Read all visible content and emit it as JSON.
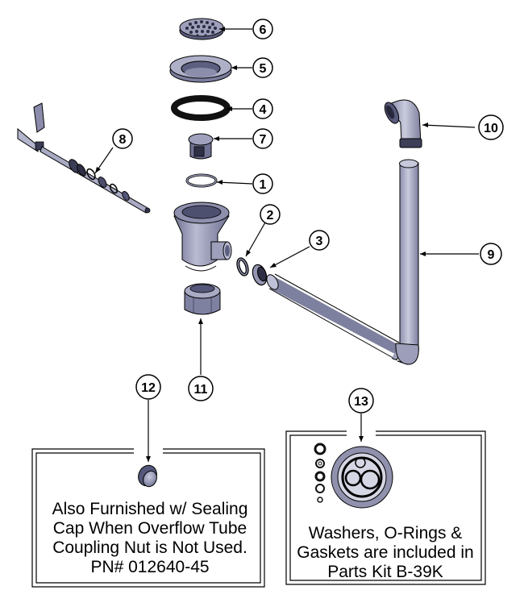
{
  "callouts": {
    "part_1": "1",
    "part_2": "2",
    "part_3": "3",
    "part_4": "4",
    "part_5": "5",
    "part_6": "6",
    "part_7": "7",
    "part_8": "8",
    "part_9": "9",
    "part_10": "10",
    "part_11": "11",
    "part_12": "12",
    "part_13": "13"
  },
  "sealing_cap_note": {
    "line1": "Also Furnished w/ Sealing",
    "line2": "Cap When Overflow Tube",
    "line3": "Coupling Nut is Not Used.",
    "line4": "PN# 012640-45"
  },
  "parts_kit_note": {
    "line1": "Washers, O-Rings &",
    "line2": "Gaskets are included in",
    "line3": "Parts Kit B-39K"
  },
  "colors": {
    "part_fill": "#a9abc4",
    "part_shade": "#6e7092",
    "part_dark": "#3c3d55",
    "gasket_black": "#111111",
    "outline": "#000000"
  }
}
